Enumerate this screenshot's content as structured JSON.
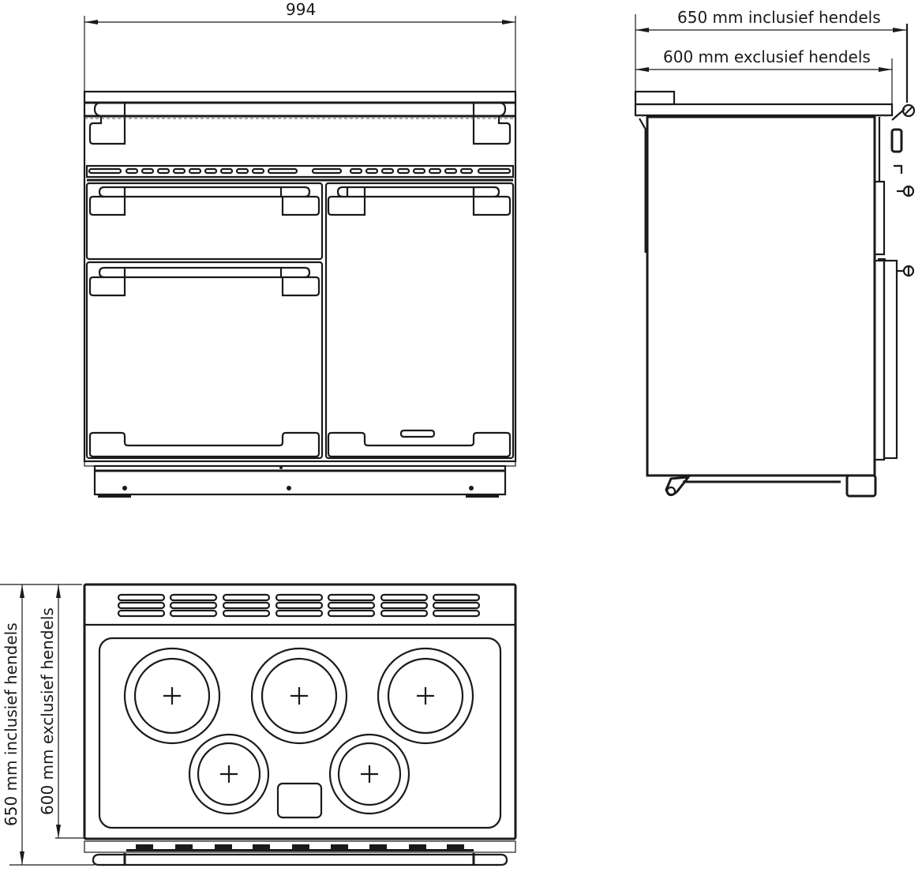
{
  "drawing": {
    "subject": "range cooker dimension drawing",
    "views": [
      "front",
      "side",
      "top"
    ]
  },
  "front_view": {
    "width_dimension": "994",
    "oven_doors": 3,
    "top_drawer": 1
  },
  "side_view": {
    "depth_including_handles": "650 mm inclusief hendels",
    "depth_excluding_handles": "600 mm exclusief hendels"
  },
  "top_view": {
    "depth_including_handles": "650 mm inclusief hendels",
    "depth_excluding_handles": "600 mm exclusief hendels",
    "burners": 5,
    "vent_slot_groups": 7,
    "control_knobs": 9
  },
  "colors": {
    "line": "#1a1a1a",
    "background": "#ffffff",
    "hidden_line": "#555555"
  }
}
